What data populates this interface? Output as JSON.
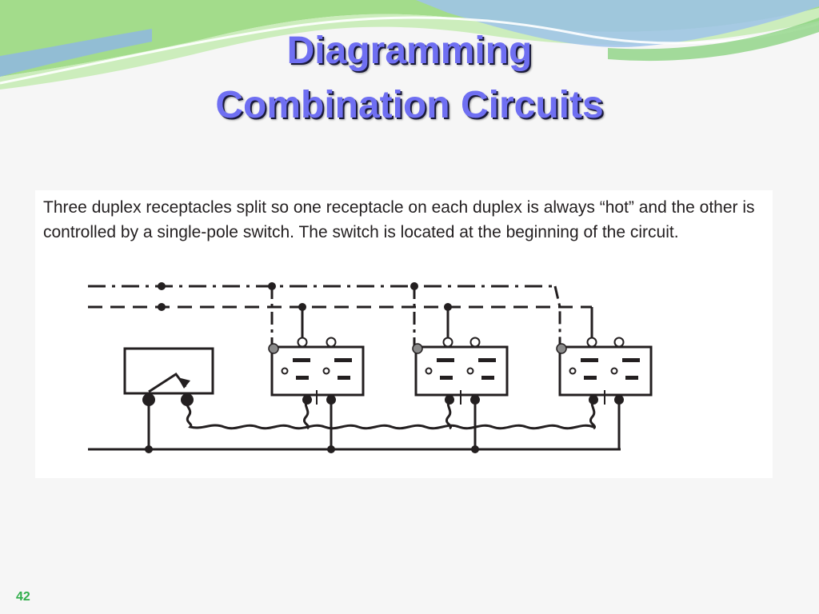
{
  "slide": {
    "title_line1": "Diagramming",
    "title_line2": "Combination Circuits",
    "slide_number": "42"
  },
  "figure": {
    "caption": "Three duplex receptacles split so one receptacle on each duplex is always “hot” and the other is controlled by a single-pole switch. The switch is located at the beginning of the circuit.",
    "receptacle_count": 3,
    "switch": "single-pole-switch"
  },
  "colors": {
    "title": "#6f6ff2",
    "title_shadow": "#1a1a3a",
    "wave_green": "#8fd47a",
    "wave_blue": "#7da7df",
    "slide_number": "#2fae4a",
    "wire": "#231f20"
  }
}
